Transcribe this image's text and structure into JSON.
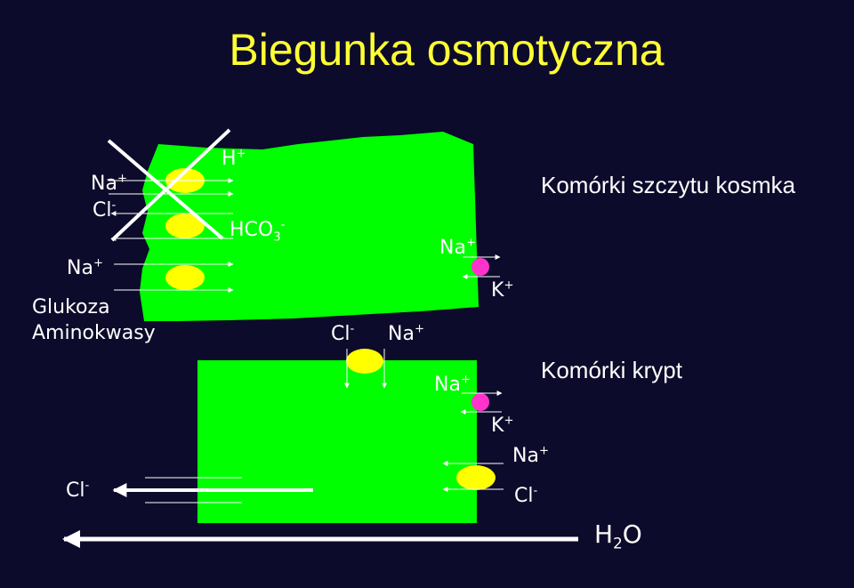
{
  "title": "Biegunka osmotyczna",
  "labels": {
    "na_top": "Na",
    "na_top_sup": "+",
    "cl_top": "Cl",
    "cl_top_sup": "-",
    "na_mid": "Na",
    "na_mid_sup": "+",
    "glukoza": "Glukoza",
    "aminokwasy": "Aminokwasy",
    "h_plus": "H",
    "h_plus_sup": "+",
    "hco3": "HCO",
    "hco3_sub": "3",
    "hco3_sup": "-",
    "na_villus_basal": "Na",
    "na_villus_basal_sup": "+",
    "k_villus": "K",
    "k_villus_sup": "+",
    "cl_between": "Cl",
    "cl_between_sup": "-",
    "na_between": "Na",
    "na_between_sup": "+",
    "na_crypt_pump": "Na",
    "na_crypt_pump_sup": "+",
    "k_crypt": "K",
    "k_crypt_sup": "+",
    "na_crypt_cotrans": "Na",
    "na_crypt_cotrans_sup": "+",
    "cl_crypt_cotrans": "Cl",
    "cl_crypt_cotrans_sup": "-",
    "cl_lumen": "Cl",
    "cl_lumen_sup": "-",
    "water": "H",
    "water_sub": "2",
    "water_tail": "O"
  },
  "legend": {
    "villus_tip_cells": "Komórki szczytu kosmka",
    "crypt_cells": "Komórki krypt"
  },
  "colors": {
    "background": "#0d0b2b",
    "cell": "#00ff00",
    "transporter": "#ffff00",
    "pump": "#ff33cc",
    "title": "#ffff33",
    "text": "#ffffff"
  }
}
